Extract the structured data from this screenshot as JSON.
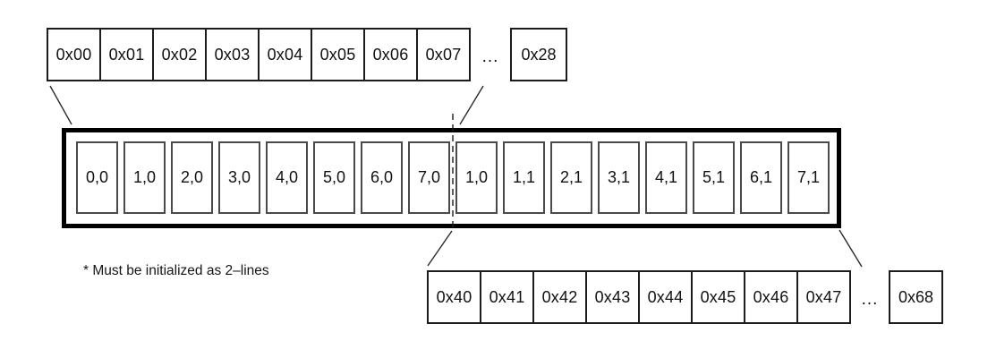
{
  "line1_addresses": {
    "cells": [
      "0x00",
      "0x01",
      "0x02",
      "0x03",
      "0x04",
      "0x05",
      "0x06",
      "0x07"
    ],
    "ellipsis": "...",
    "last": "0x28"
  },
  "buffer": {
    "cells": [
      "0,0",
      "1,0",
      "2,0",
      "3,0",
      "4,0",
      "5,0",
      "6,0",
      "7,0",
      "1,0",
      "1,1",
      "2,1",
      "3,1",
      "4,1",
      "5,1",
      "6,1",
      "7,1"
    ]
  },
  "note": "* Must be initialized as 2–lines",
  "line2_addresses": {
    "cells": [
      "0x40",
      "0x41",
      "0x42",
      "0x43",
      "0x44",
      "0x45",
      "0x46",
      "0x47"
    ],
    "ellipsis": "...",
    "last": "0x68"
  },
  "colors": {
    "background": "#ffffff",
    "text": "#111111",
    "thin_border": "#1c1c1c",
    "buffer_border": "#000000",
    "buffer_cell_border": "#4a4a4a",
    "connector_line": "#2a2a2a"
  }
}
